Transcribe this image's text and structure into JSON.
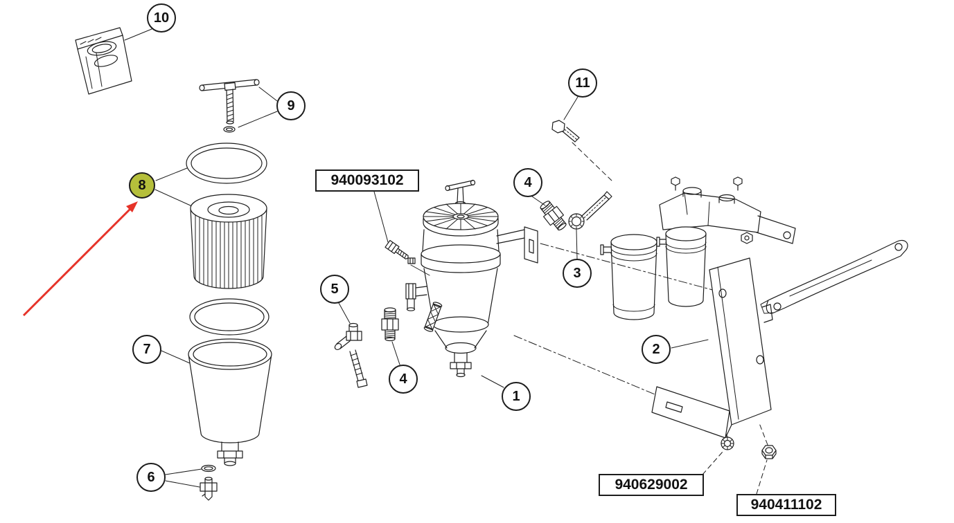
{
  "callouts": {
    "c1": "1",
    "c2": "2",
    "c3": "3",
    "c4": "4",
    "c5": "5",
    "c6": "6",
    "c7": "7",
    "c8": "8",
    "c9": "9",
    "c10": "10",
    "c11": "11"
  },
  "highlighted_callout": "8",
  "part_labels": {
    "clamp_screw": "940093102",
    "lock_washer": "940629002",
    "nut": "940411102"
  },
  "colors": {
    "line": "#1c1c1c",
    "highlight_fill": "#b5bf3b",
    "arrow_red": "#e63329",
    "background": "#ffffff"
  }
}
